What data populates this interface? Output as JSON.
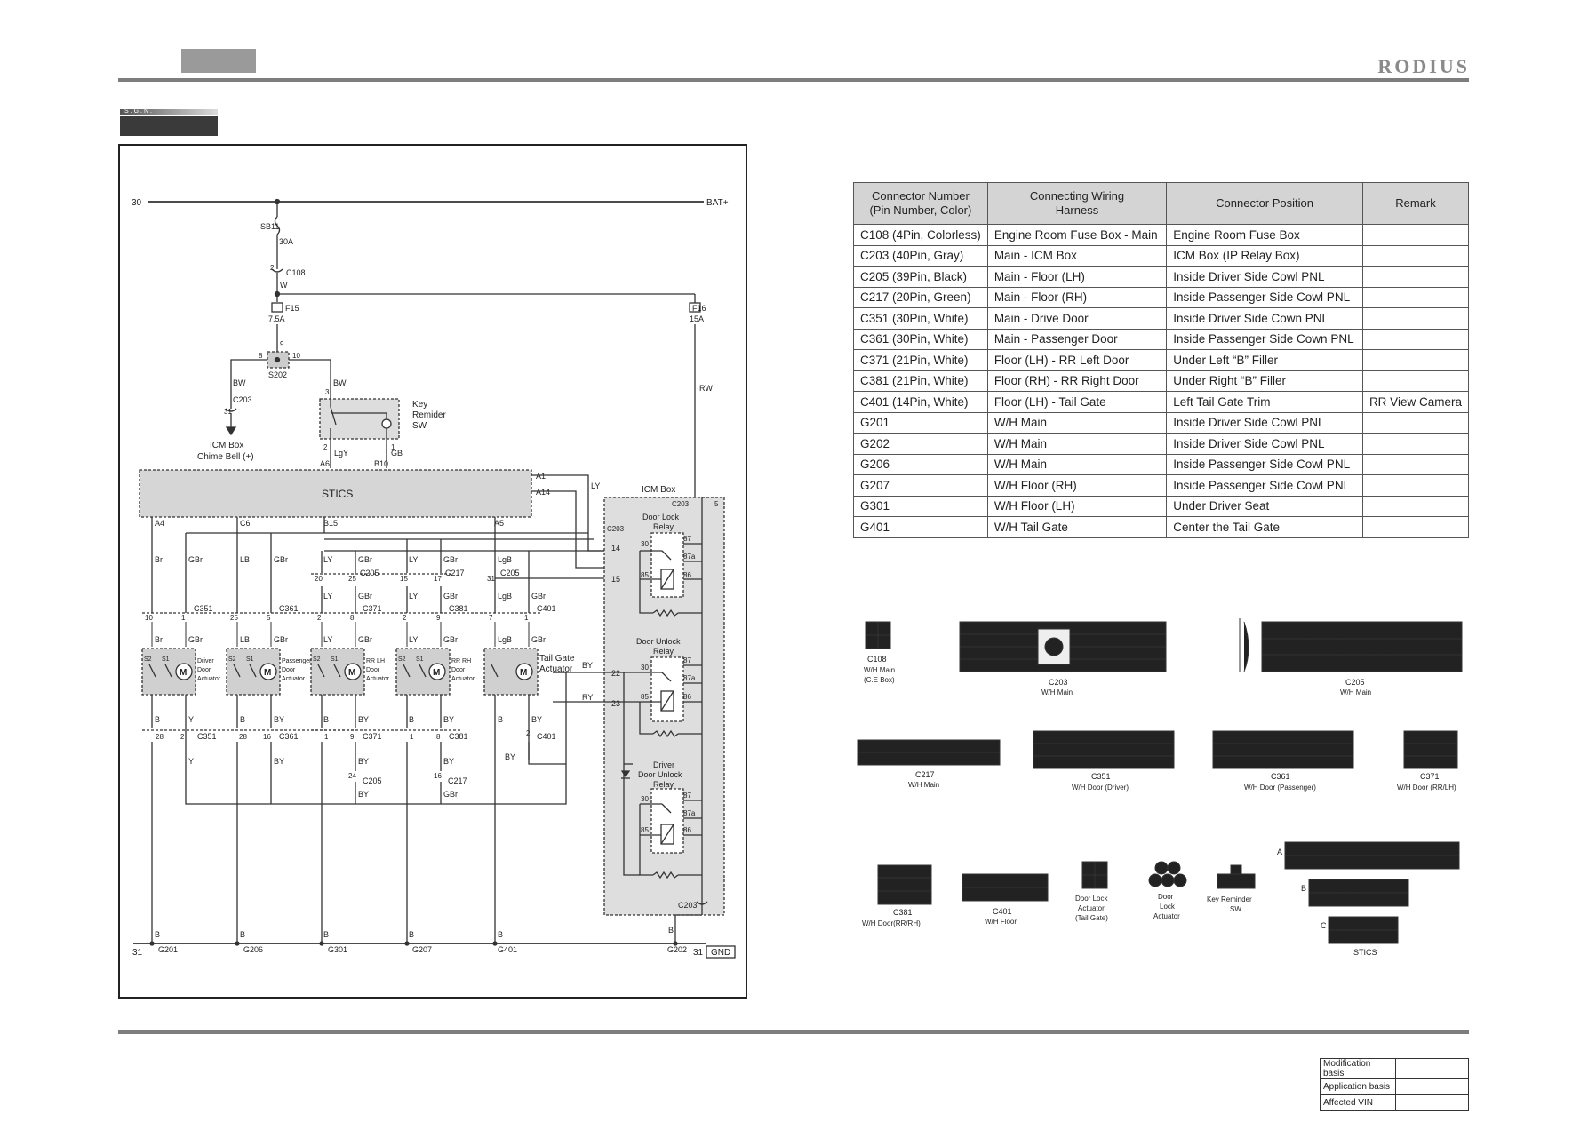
{
  "header": {
    "brand": "RODIUS",
    "sgn": "S.G.N."
  },
  "diagram": {
    "labels": {
      "n30": "30",
      "bat": "BAT+",
      "sb11": "SB11",
      "a30": "30A",
      "c108pin": "2",
      "c108": "C108",
      "w": "W",
      "f15": "F15",
      "a75": "7.5A",
      "f16": "F16",
      "a15": "15A",
      "p9": "9",
      "p8": "8",
      "p10": "10",
      "s202": "S202",
      "bw1": "BW",
      "bw2": "BW",
      "c203a": "C203",
      "p31": "31",
      "icm_chime_1": "ICM Box",
      "icm_chime_2": "Chime Bell (+)",
      "p3": "3",
      "key1": "Key",
      "key2": "Remider",
      "key3": "SW",
      "rw": "RW",
      "p2": "2",
      "p1": "1",
      "lgy": "LgY",
      "gb": "GB",
      "a6": "A6",
      "b10": "B10",
      "a1": "A1",
      "a14": "A14",
      "ly_top": "LY",
      "stics": "STICS",
      "icm_box": "ICM Box",
      "c203_5": "C203",
      "p5": "5",
      "dl_relay1": "Door Lock",
      "dl_relay2": "Relay",
      "du_relay1": "Door Unlock",
      "du_relay2": "Relay",
      "ddu_relay1": "Driver",
      "ddu_relay2": "Door Unlock",
      "ddu_relay3": "Relay",
      "c203_left": "C203",
      "p14": "14",
      "p15": "15",
      "p22": "22",
      "p23": "23",
      "r30": "30",
      "r87": "87",
      "r87a": "87a",
      "r85": "85",
      "r86": "86",
      "by": "BY",
      "ry": "RY",
      "a4": "A4",
      "c6": "C6",
      "b15": "B15",
      "a5": "A5",
      "br": "Br",
      "gbr": "GBr",
      "lb": "LB",
      "ly": "LY",
      "lgb": "LgB",
      "c205": "C205",
      "c217": "C217",
      "c351": "C351",
      "c361": "C361",
      "c371": "C371",
      "c381": "C381",
      "c401": "C401",
      "tail_gate1": "Tail Gate",
      "tail_gate2": "Actuator",
      "drv1": "Driver",
      "drv2": "Door",
      "drv3": "Actuator",
      "pas1": "Passenger",
      "pas2": "Door",
      "pas3": "Actuator",
      "rrlh1": "RR LH",
      "rrlh2": "Door",
      "rrlh3": "Actuator",
      "rrrh1": "RR RH",
      "rrrh2": "Door",
      "rrrh3": "Actuator",
      "s1": "S1",
      "s2": "S2",
      "m": "M",
      "y": "Y",
      "b": "B",
      "gnd31": "31",
      "gnd": "GND",
      "g201": "G201",
      "g206": "G206",
      "g301": "G301",
      "g207": "G207",
      "g401": "G401",
      "g202": "G202",
      "c203_3": "C203"
    }
  },
  "connector_table": {
    "headers": [
      "Connector Number\n(Pin Number, Color)",
      "Connecting Wiring\nHarness",
      "Connector Position",
      "Remark"
    ],
    "rows": [
      [
        "C108 (4Pin, Colorless)",
        "Engine Room Fuse Box - Main",
        "Engine Room Fuse Box",
        ""
      ],
      [
        "C203 (40Pin, Gray)",
        "Main - ICM Box",
        "ICM Box (IP Relay Box)",
        ""
      ],
      [
        "C205 (39Pin, Black)",
        "Main - Floor (LH)",
        "Inside Driver Side Cowl PNL",
        ""
      ],
      [
        "C217 (20Pin, Green)",
        "Main - Floor (RH)",
        "Inside Passenger Side Cowl PNL",
        ""
      ],
      [
        "C351 (30Pin, White)",
        "Main - Drive Door",
        "Inside Driver Side Cown PNL",
        ""
      ],
      [
        "C361 (30Pin, White)",
        "Main - Passenger Door",
        "Inside Passenger Side Cown PNL",
        ""
      ],
      [
        "C371 (21Pin, White)",
        "Floor (LH) - RR Left Door",
        "Under Left “B” Filler",
        ""
      ],
      [
        "C381 (21Pin, White)",
        "Floor (RH) - RR Right Door",
        "Under Right “B” Filler",
        ""
      ],
      [
        "C401 (14Pin, White)",
        "Floor (LH) - Tail Gate",
        "Left Tail Gate Trim",
        "RR View Camera"
      ],
      [
        "G201",
        "W/H Main",
        "Inside Driver Side Cowl PNL",
        ""
      ],
      [
        "G202",
        "W/H Main",
        "Inside Driver Side Cowl PNL",
        ""
      ],
      [
        "G206",
        "W/H Main",
        "Inside Passenger Side Cowl PNL",
        ""
      ],
      [
        "G207",
        "W/H Floor (RH)",
        "Inside Passenger Side Cowl PNL",
        ""
      ],
      [
        "G301",
        "W/H Floor (LH)",
        "Under Driver Seat",
        ""
      ],
      [
        "G401",
        "W/H Tail Gate",
        "Center the Tail Gate",
        ""
      ]
    ]
  },
  "connectors": {
    "c108": {
      "name": "C108",
      "sub1": "W/H Main",
      "sub2": "(C.E Box)"
    },
    "c203": {
      "name": "C203",
      "sub1": "W/H Main"
    },
    "c205": {
      "name": "C205",
      "sub1": "W/H Main"
    },
    "c217": {
      "name": "C217",
      "sub1": "W/H Main"
    },
    "c351": {
      "name": "C351",
      "sub1": "W/H Door (Driver)"
    },
    "c361": {
      "name": "C361",
      "sub1": "W/H Door (Passenger)"
    },
    "c371": {
      "name": "C371",
      "sub1": "W/H Door (RR/LH)"
    },
    "c381": {
      "name": "C381",
      "sub1": "W/H Door(RR/RH)"
    },
    "c401": {
      "name": "C401",
      "sub1": "W/H Floor"
    },
    "dla": {
      "name": "Door Lock",
      "sub1": "Actuator",
      "sub2": "(Tail Gate)"
    },
    "dl": {
      "name": "Door",
      "sub1": "Lock",
      "sub2": "Actuator"
    },
    "krs": {
      "name": "Key Reminder",
      "sub1": "SW"
    },
    "stics": {
      "name": "STICS",
      "a": "A",
      "b": "B",
      "c": "C"
    }
  },
  "footer": {
    "modification": "Modification basis",
    "application": "Application basis",
    "vin": "Affected VIN"
  }
}
